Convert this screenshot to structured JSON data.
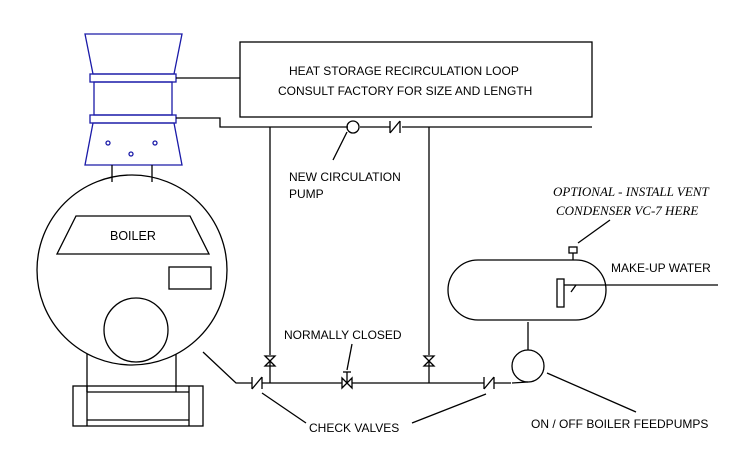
{
  "loop_box": {
    "line1": "HEAT STORAGE RECIRCULATION LOOP",
    "line2": "CONSULT FACTORY FOR SIZE AND LENGTH"
  },
  "circulation_pump": {
    "line1": "NEW CIRCULATION",
    "line2": "PUMP"
  },
  "vent_condenser": {
    "line1": "OPTIONAL - INSTALL VENT",
    "line2": "CONDENSER VC-7 HERE"
  },
  "boiler": {
    "label": "BOILER"
  },
  "makeup_water": {
    "label": "MAKE-UP WATER"
  },
  "normally_closed": {
    "label": "NORMALLY CLOSED"
  },
  "check_valves": {
    "label": "CHECK VALVES"
  },
  "feedpumps": {
    "label": "ON / OFF BOILER FEEDPUMPS"
  },
  "colors": {
    "line": "#000000",
    "stack": "#1a1aa8"
  }
}
